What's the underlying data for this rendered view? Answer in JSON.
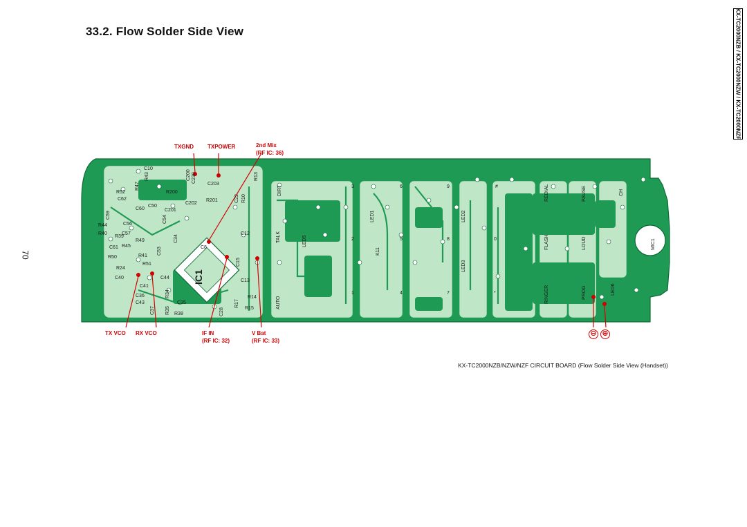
{
  "page": {
    "title": "33.2.   Flow Solder Side View",
    "model_header": "KX-TC2000NZB / KX-TC2000NZW / KX-TC2000NZF",
    "page_number": "70",
    "caption": "KX-TC2000NZB/NZW/NZF CIRCUIT BOARD (Flow Solder Side View (Handset))"
  },
  "test_points": {
    "txgnd": "TXGND",
    "txpower": "TXPOWER",
    "mix_line1": "2nd Mix",
    "mix_line2": "(RF IC: 36)",
    "txvco": "TX VCO",
    "rxvco": "RX VCO",
    "ifin_line1": "IF IN",
    "ifin_line2": "(RF IC: 32)",
    "vbat_line1": "V Bat",
    "vbat_line2": "(RF IC: 33)",
    "minus": "⊖",
    "plus": "⊕"
  },
  "board_labels": {
    "ic1": "IC1",
    "talk": "TALK",
    "auto": "AUTO",
    "dirt": "DIRT",
    "redial": "REDIAL",
    "pause": "PAUSE",
    "ch": "CH",
    "flash": "FLASH",
    "loud": "LOUD",
    "ringer": "RINGER",
    "prog": "PROG",
    "mic1": "MIC1",
    "led1": "LED1",
    "led2": "LED2",
    "led3": "LED3",
    "led5": "LED5",
    "led6": "LED6",
    "k11": "K11",
    "key1": "1",
    "key2": "2",
    "key3": "3",
    "key4": "4",
    "key5": "5",
    "key6": "6",
    "key7": "7",
    "key8": "8",
    "key9": "9",
    "key0": "0",
    "keystar": "*",
    "keyhash": "#",
    "c10": "C10",
    "c62": "C62",
    "r52": "R52",
    "c60": "C60",
    "r43": "R43",
    "r47": "R47",
    "c59": "C59",
    "c56": "C56",
    "c57": "C57",
    "r44": "R44",
    "r39": "R39",
    "r40": "R40",
    "c61": "C61",
    "r45": "R45",
    "r49": "R49",
    "r50": "R50",
    "r51": "R51",
    "r41": "R41",
    "r24": "R24",
    "c40": "C40",
    "c41": "C41",
    "c43": "C43",
    "c44": "C44",
    "c53": "C53",
    "c54": "C54",
    "c34": "C34",
    "c200": "C200",
    "c201": "C201",
    "c202": "C202",
    "c203": "C203",
    "r200": "R200",
    "r201": "R201",
    "c50": "C50",
    "c22": "C22",
    "r10": "R10",
    "r13": "R13",
    "c8": "C8",
    "c12": "C12",
    "c13": "C13",
    "c15": "C15",
    "r14": "R14",
    "r15": "R15",
    "r17": "R17",
    "r34": "R34",
    "r35": "R35",
    "c35": "C35",
    "c36": "C36",
    "c37": "C37",
    "c28": "C28",
    "r38": "R38",
    "c230": "C230"
  },
  "colors": {
    "board_green": "#1f9a54",
    "copper_light": "#bfe7c7",
    "pad_white": "#ffffff",
    "test_red": "#d10000"
  }
}
